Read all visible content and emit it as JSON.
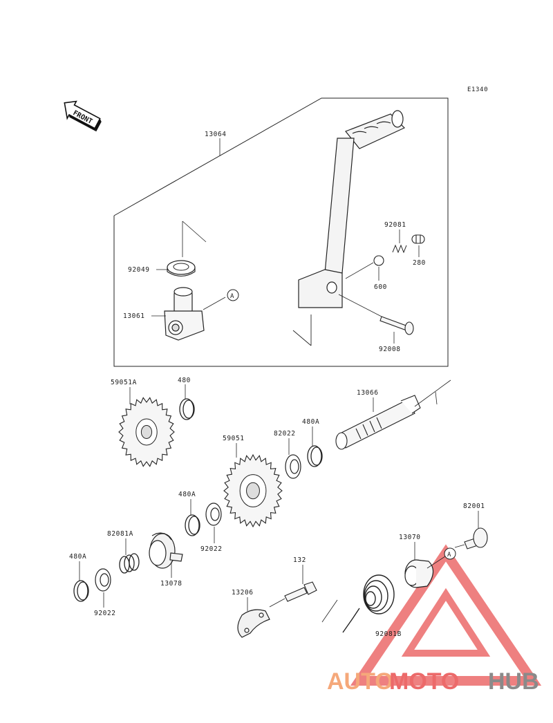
{
  "diagram": {
    "ref_code": "E1340",
    "front_label": "FRONT",
    "callout_marker": "A"
  },
  "parts": {
    "p13064": "13064",
    "p92049": "92049",
    "p13061": "13061",
    "p92081": "92081",
    "p280": "280",
    "p600": "600",
    "p92008": "92008",
    "p59051A": "59051A",
    "p480": "480",
    "p13066": "13066",
    "p59051": "59051",
    "p82022": "82022",
    "p480A_1": "480A",
    "p480A_2": "480A",
    "p92022_1": "92022",
    "p82081A": "82081A",
    "p480A_3": "480A",
    "p92022_2": "92022",
    "p13078": "13078",
    "p132": "132",
    "p13206": "13206",
    "p13070": "13070",
    "p82001": "82001",
    "p92081B": "92081B"
  },
  "watermark": {
    "part1": "AUTO",
    "part2": "MOTO",
    "part3": "HUB",
    "color_orange": "#f5a87a",
    "color_red": "#ec6a6a",
    "color_gray": "#8a8a8a"
  }
}
